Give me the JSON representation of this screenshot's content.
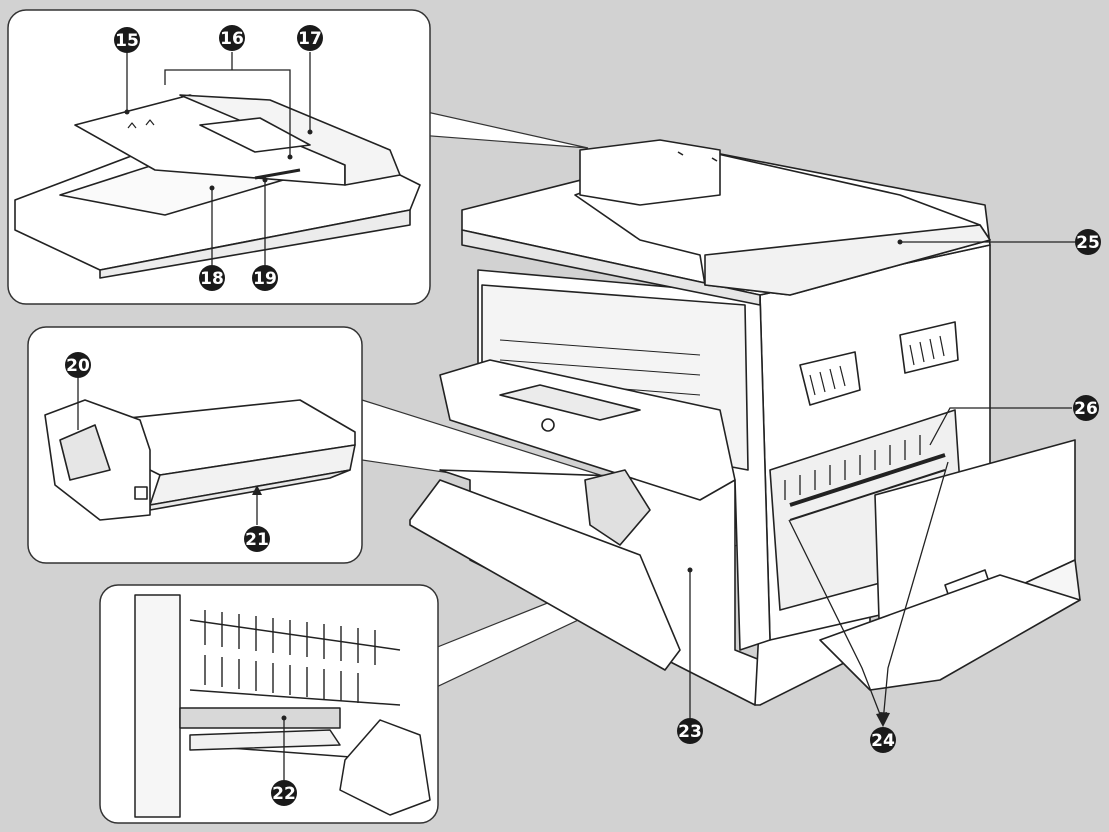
{
  "callouts": {
    "c15": "15",
    "c16": "16",
    "c17": "17",
    "c18": "18",
    "c19": "19",
    "c20": "20",
    "c21": "21",
    "c22": "22",
    "c23": "23",
    "c24": "24",
    "c25": "25",
    "c26": "26"
  },
  "colors": {
    "background": "#d2d2d2",
    "panel": "#ffffff",
    "ink": "#222222",
    "callout_fill": "#1a1a1a"
  }
}
